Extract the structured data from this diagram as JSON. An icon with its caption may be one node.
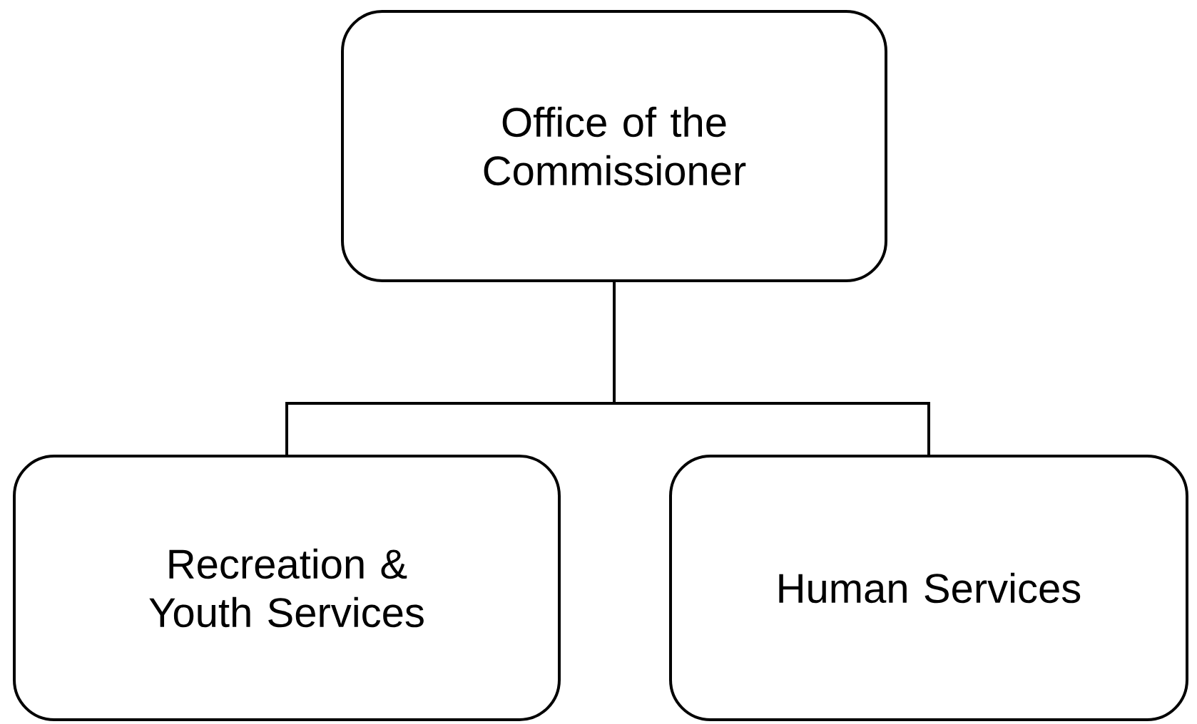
{
  "diagram": {
    "nodes": [
      {
        "text": [
          "Office of the Commissioner"
        ]
      },
      {
        "text": [
          "Recreation & Youth Services"
        ]
      },
      {
        "text": [
          "Human Services"
        ]
      }
    ],
    "edges": [
      {
        "from": 0,
        "to": 1,
        "arrow": "none"
      },
      {
        "from": 0,
        "to": 2,
        "arrow": "none"
      }
    ]
  }
}
